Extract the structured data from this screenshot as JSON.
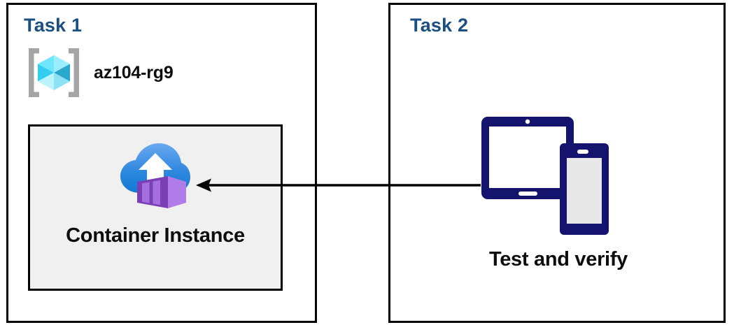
{
  "diagram": {
    "title": "Azure Container Instance task diagram",
    "background": "#ffffff",
    "accent_blue": "#1a5081",
    "box_fill": "#f0f0f0",
    "border_color": "#000000",
    "arrow_color": "#000000"
  },
  "tasks": [
    {
      "label": "Task 1",
      "resource_group": {
        "name": "az104-rg9",
        "icon": "resource-group-icon"
      },
      "resource": {
        "caption": "Container Instance",
        "icon": "container-instance-icon"
      }
    },
    {
      "label": "Task 2",
      "action": {
        "caption": "Test and verify",
        "icon": "devices-tablet-phone-icon"
      }
    }
  ],
  "connector": {
    "name": "arrow-task2-to-container-instance",
    "direction": "right-to-left",
    "icon": "arrow-left-icon"
  },
  "colors": {
    "rg_bracket": "#a5a5a5",
    "rg_cube_top_left": "#6fe6fb",
    "rg_cube_top_right": "#9cefff",
    "rg_cube_left": "#32cdf0",
    "rg_cube_right": "#2aa9cc",
    "rg_cube_bottom_left": "#b8f2fd",
    "rg_cube_bottom_right": "#8fe4f7",
    "cloud_top": "#5ea0ee",
    "cloud_bottom": "#1782d8",
    "arrow_white": "#ffffff",
    "container_front": "#7a3fb5",
    "container_side": "#b07ce8",
    "container_slat": "#a56fe0",
    "device_navy": "#14146e",
    "device_screen_tablet": "#ffffff",
    "device_screen_phone": "#e8e8e8"
  }
}
